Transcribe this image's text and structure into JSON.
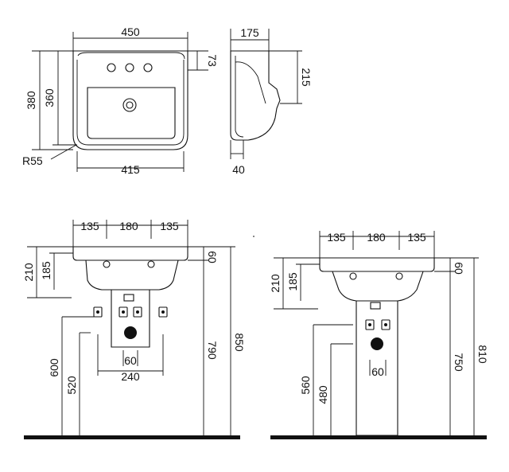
{
  "top_view": {
    "width": "450",
    "inner_width": "415",
    "total_depth": "380",
    "bowl_depth": "360",
    "rim_height": "73",
    "corner_radius": "R55"
  },
  "side_view": {
    "depth": "175",
    "height": "215",
    "thickness": "40"
  },
  "semi_pedestal_view": {
    "left_offset": "135",
    "center_span": "180",
    "right_offset": "135",
    "total_height": "210",
    "bowl_height": "185",
    "rim_thickness": "60",
    "waste_height": "600",
    "supply_height": "520",
    "rim_height_floor": "790",
    "top_height_floor": "850",
    "inlet_spacing": "60",
    "fixing_spacing": "240"
  },
  "pedestal_view": {
    "left_offset": "135",
    "center_span": "180",
    "right_offset": "135",
    "total_height": "210",
    "bowl_height": "185",
    "rim_thickness": "60",
    "waste_height": "560",
    "supply_height": "480",
    "rim_height_floor": "750",
    "top_height_floor": "810",
    "inlet_spacing": "60"
  }
}
